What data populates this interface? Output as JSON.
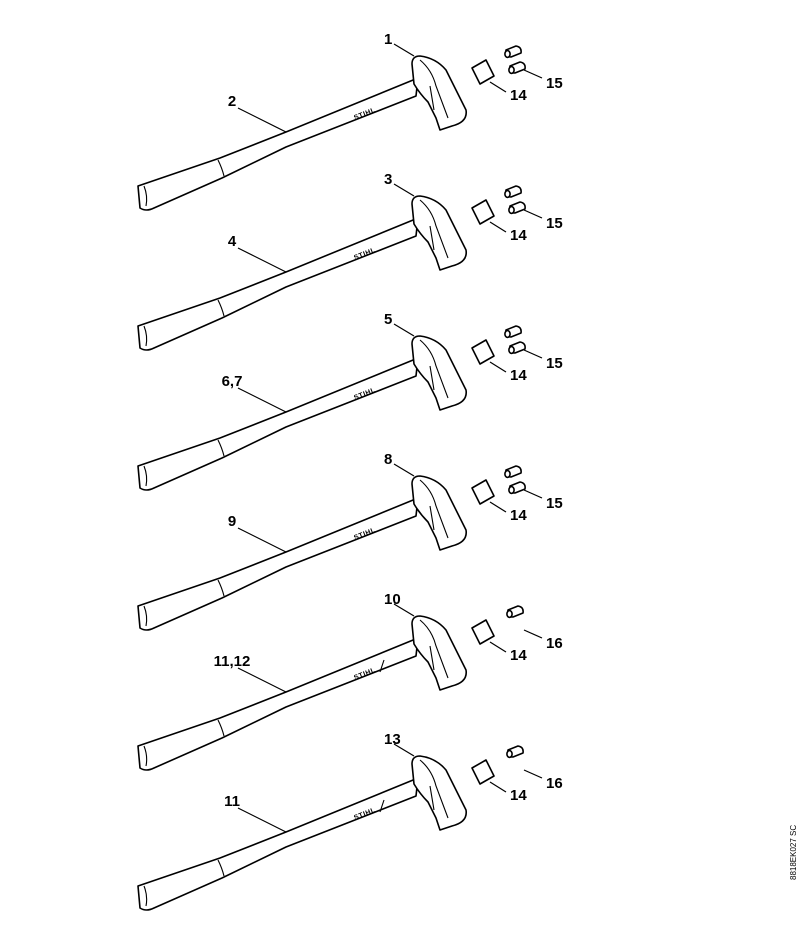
{
  "brand_mark": "STIHL",
  "document_code": "8818EK027 SC",
  "colors": {
    "line": "#000000",
    "background": "#ffffff"
  },
  "assemblies": [
    {
      "head_label": "1",
      "handle_label": "2",
      "wedge_label": "14",
      "ferrule_label": "15",
      "ferrule_count": 2
    },
    {
      "head_label": "3",
      "handle_label": "4",
      "wedge_label": "14",
      "ferrule_label": "15",
      "ferrule_count": 2
    },
    {
      "head_label": "5",
      "handle_label": "6,7",
      "wedge_label": "14",
      "ferrule_label": "15",
      "ferrule_count": 2
    },
    {
      "head_label": "8",
      "handle_label": "9",
      "wedge_label": "14",
      "ferrule_label": "15",
      "ferrule_count": 2
    },
    {
      "head_label": "10",
      "handle_label": "11,12",
      "wedge_label": "14",
      "ferrule_label": "16",
      "ferrule_count": 1
    },
    {
      "head_label": "13",
      "handle_label": "11",
      "wedge_label": "14",
      "ferrule_label": "16",
      "ferrule_count": 1
    }
  ]
}
